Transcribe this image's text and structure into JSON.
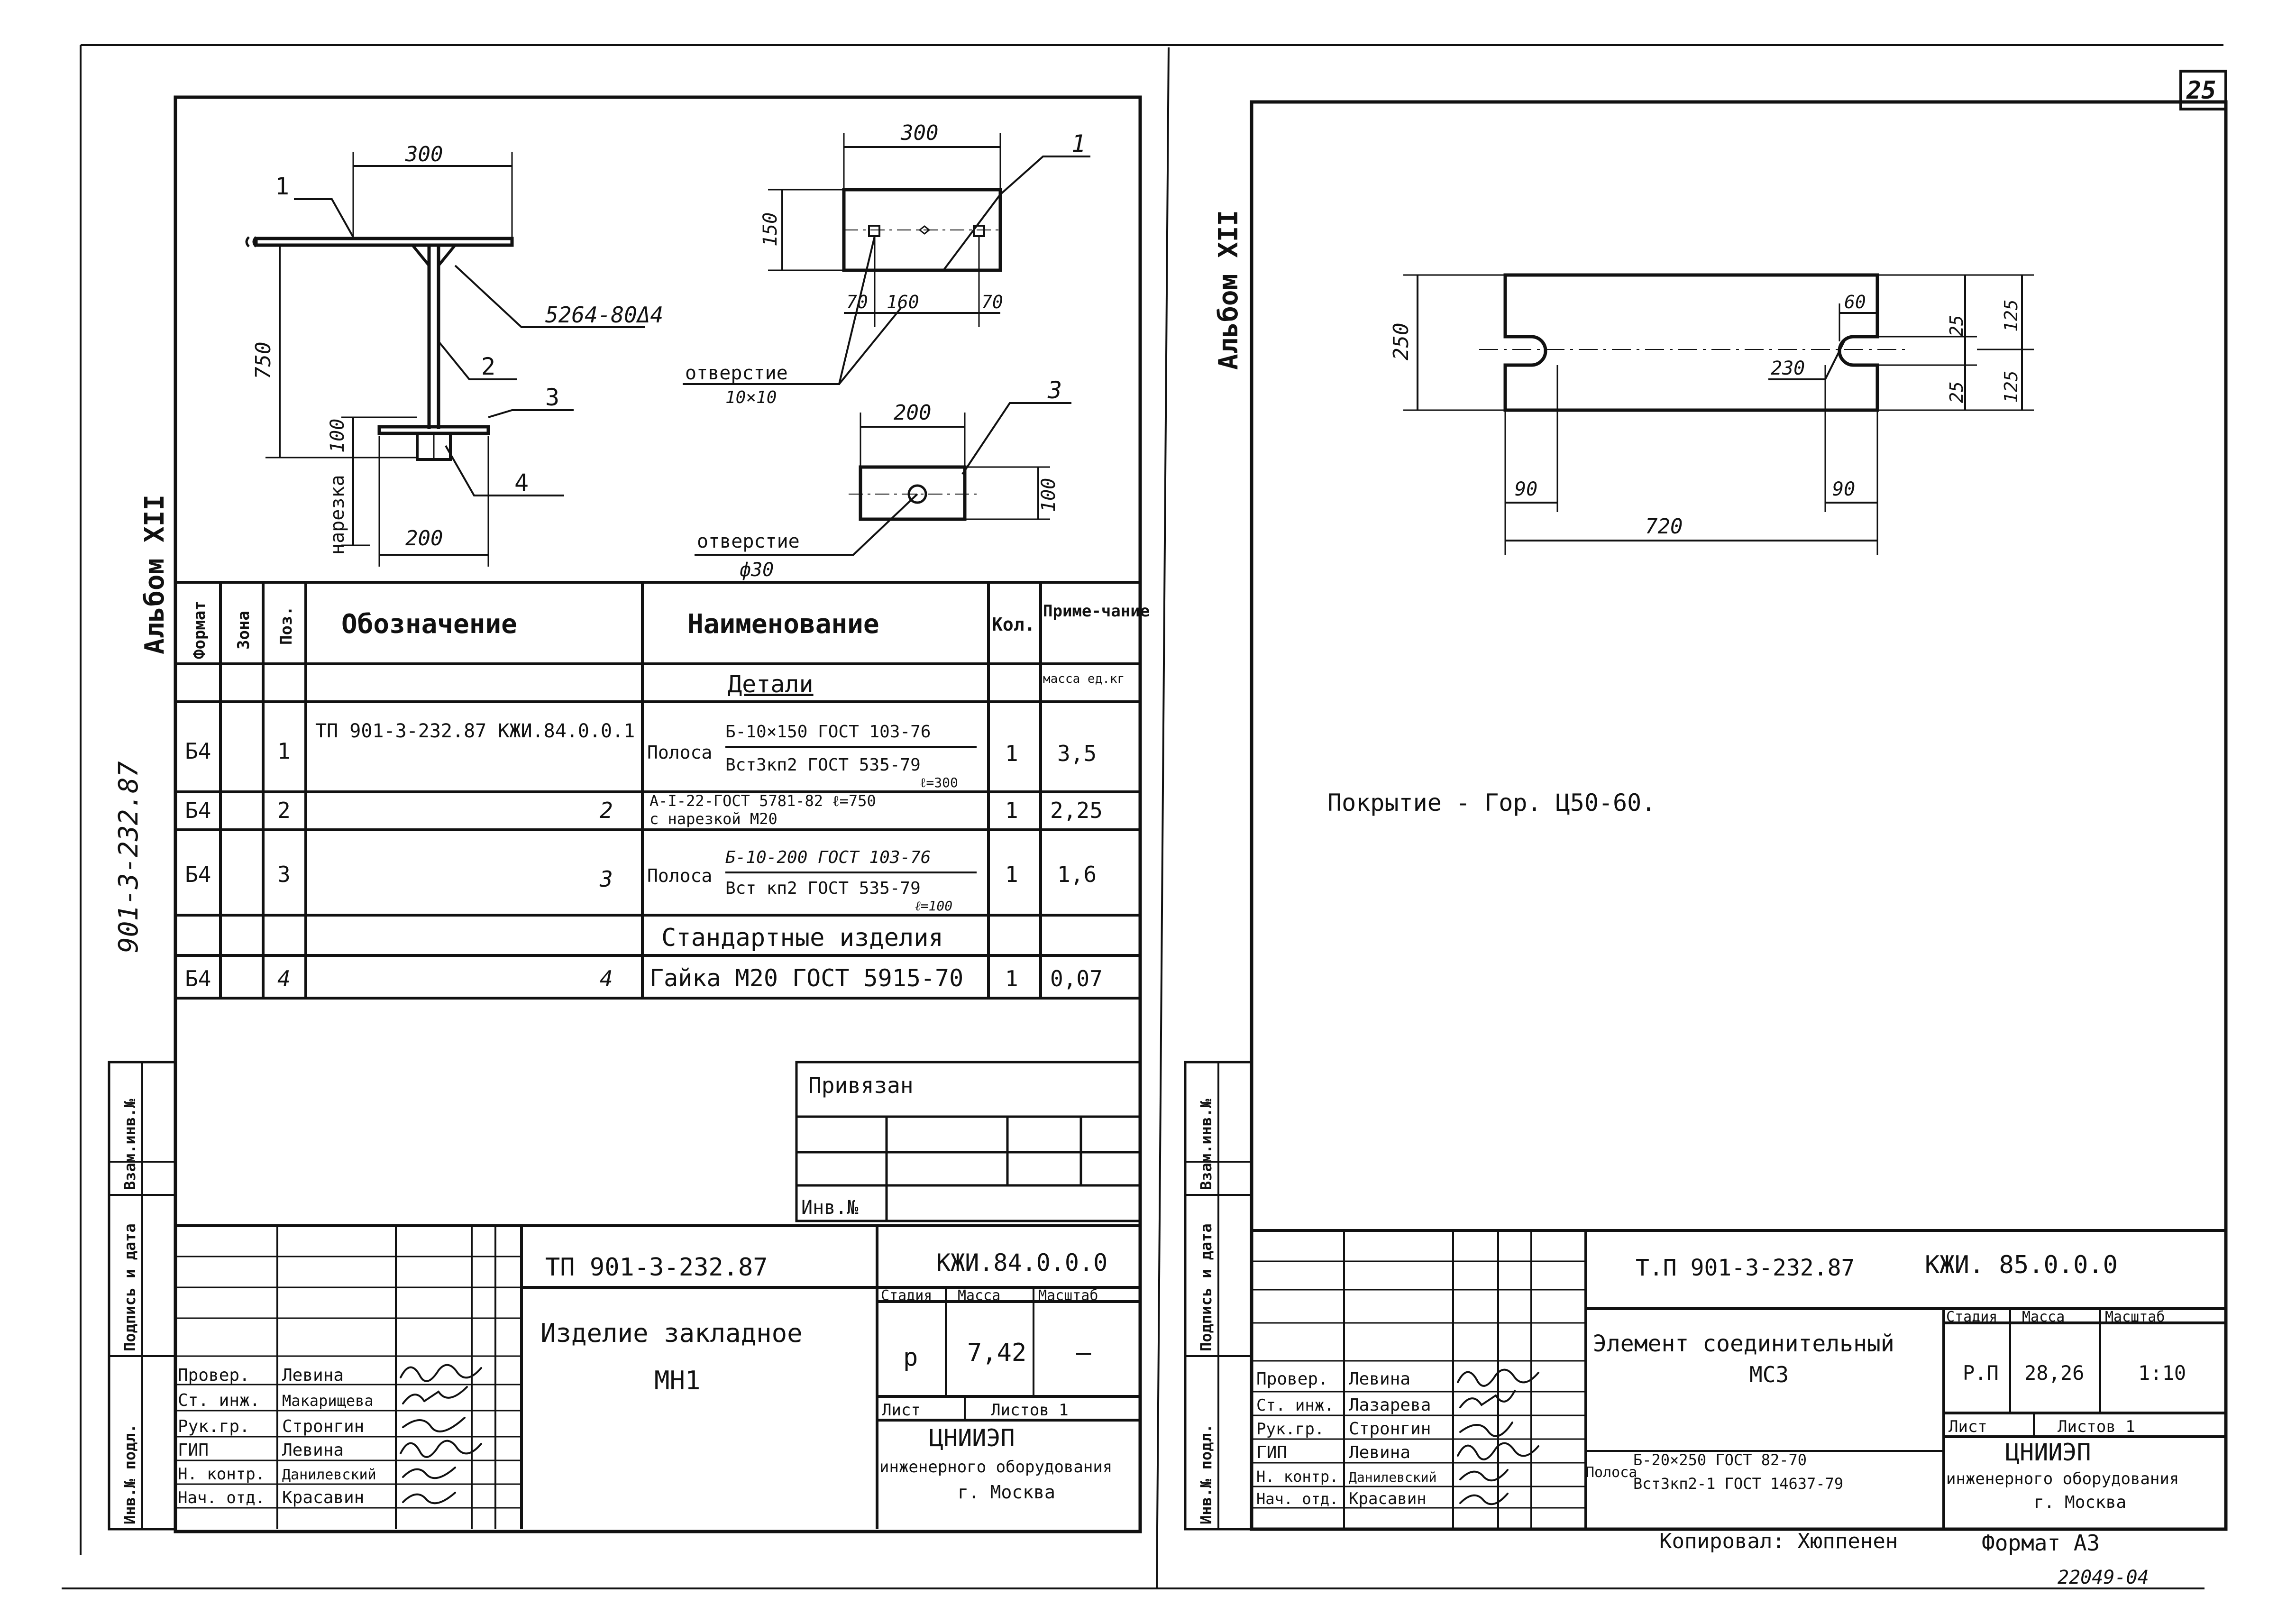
{
  "page_number": "25",
  "album_label_left": "Альбом XII",
  "album_label_right": "Альбом XII",
  "doc_code_vertical": "901-3-232.87",
  "side_stamp": {
    "inv_podl": "Инв.№ подл.",
    "podpis_data": "Подпись и дата",
    "vzam_inv": "Взам.инв.№"
  },
  "left_sheet": {
    "drawing": {
      "dims": {
        "top_width": "300",
        "height": "750",
        "nut_len": "100",
        "thread_label": "нарезка",
        "bottom_width": "200",
        "weld_note": "5264-80Δ4",
        "callout_1": "1",
        "callout_2": "2",
        "callout_3": "3",
        "callout_4": "4",
        "plate1_width": "300",
        "plate1_height": "150",
        "plate1_d1": "70",
        "plate1_d2": "160",
        "plate1_d3": "70",
        "plate1_callout": "1",
        "hole1_label": "отверстие",
        "hole1_size": "10×10",
        "plate3_width": "200",
        "plate3_height": "100",
        "plate3_callout": "3",
        "hole3_label": "отверстие",
        "hole3_size": "ф30"
      }
    },
    "spec": {
      "headers": {
        "format": "Формат",
        "zone": "Зона",
        "pos": "Поз.",
        "designation": "Обозначение",
        "name": "Наименование",
        "qty": "Кол.",
        "note": "Приме-чание"
      },
      "section_details": "Детали",
      "mass_unit": "масса ед.кг",
      "rows": [
        {
          "format": "Б4",
          "pos": "1",
          "designation": "ТП 901-3-232.87 КЖИ.84.0.0.1",
          "name_prefix": "Полоса",
          "name_top": "Б-10×150 ГОСТ 103-76",
          "name_bot": "Вст3кп2 ГОСТ 535-79",
          "name_sub": "ℓ=300",
          "qty": "1",
          "note": "3,5"
        },
        {
          "format": "Б4",
          "pos": "2",
          "designation": "2",
          "name_top": "А-I-22-ГОСТ 5781-82 ℓ=750",
          "name_bot": "с нарезкой М20",
          "qty": "1",
          "note": "2,25"
        },
        {
          "format": "Б4",
          "pos": "3",
          "designation": "3",
          "name_prefix": "Полоса",
          "name_top": "Б-10-200 ГОСТ 103-76",
          "name_bot": "Вст кп2 ГОСТ 535-79",
          "name_sub": "ℓ=100",
          "qty": "1",
          "note": "1,6"
        }
      ],
      "section_standard": "Стандартные изделия",
      "row4": {
        "format": "Б4",
        "pos": "4",
        "designation": "4",
        "name": "Гайка М20 ГОСТ 5915-70",
        "qty": "1",
        "note": "0,07"
      }
    },
    "privyazan": "Привязан",
    "inv_no": "Инв.№",
    "title_block": {
      "doc_no": "ТП 901-3-232.87",
      "code": "КЖИ.84.0.0.0",
      "title_line1": "Изделие закладное",
      "title_line2": "МН1",
      "stage_h": "Стадия",
      "mass_h": "Масса",
      "scale_h": "Масштаб",
      "stage": "р",
      "mass": "7,42",
      "scale": "–",
      "sheet_h": "Лист",
      "sheets_h": "Листов 1",
      "org1": "ЦНИИЭП",
      "org2": "инженерного оборудования",
      "org3": "г. Москва",
      "people": [
        {
          "role": "Провер.",
          "name": "Левина"
        },
        {
          "role": "Ст. инж.",
          "name": "Макарищева"
        },
        {
          "role": "Рук.гр.",
          "name": "Стронгин"
        },
        {
          "role": "ГИП",
          "name": "Левина"
        },
        {
          "role": "Н. контр.",
          "name": "Данилевский"
        },
        {
          "role": "Нач. отд.",
          "name": "Красавин"
        }
      ]
    }
  },
  "right_sheet": {
    "drawing": {
      "height": "250",
      "slot_w": "60",
      "d25a": "25",
      "d25b": "25",
      "d125a": "125",
      "d125b": "125",
      "r230": "230",
      "left90": "90",
      "right90": "90",
      "length": "720"
    },
    "coating_note": "Покрытие - Гор. Ц50-60.",
    "title_block": {
      "doc_no": "Т.П 901-3-232.87",
      "code": "КЖИ. 85.0.0.0",
      "title_line1": "Элемент соединительный",
      "title_line2": "МС3",
      "material_prefix": "Полоса",
      "material_top": "Б-20×250 ГОСТ 82-70",
      "material_bot": "Вст3кп2-1 ГОСТ 14637-79",
      "stage_h": "Стадия",
      "mass_h": "Масса",
      "scale_h": "Масштаб",
      "stage": "Р.П",
      "mass": "28,26",
      "scale": "1:10",
      "sheet_h": "Лист",
      "sheets_h": "Листов 1",
      "org1": "ЦНИИЭП",
      "org2": "инженерного оборудования",
      "org3": "г. Москва",
      "people": [
        {
          "role": "Провер.",
          "name": "Левина"
        },
        {
          "role": "Ст. инж.",
          "name": "Лазарева"
        },
        {
          "role": "Рук.гр.",
          "name": "Стронгин"
        },
        {
          "role": "ГИП",
          "name": "Левина"
        },
        {
          "role": "Н. контр.",
          "name": "Данилевский"
        },
        {
          "role": "Нач. отд.",
          "name": "Красавин"
        }
      ]
    },
    "copied_by": "Копировал: Хюппенен",
    "format": "Формат А3",
    "archive_no": "22049-04"
  }
}
